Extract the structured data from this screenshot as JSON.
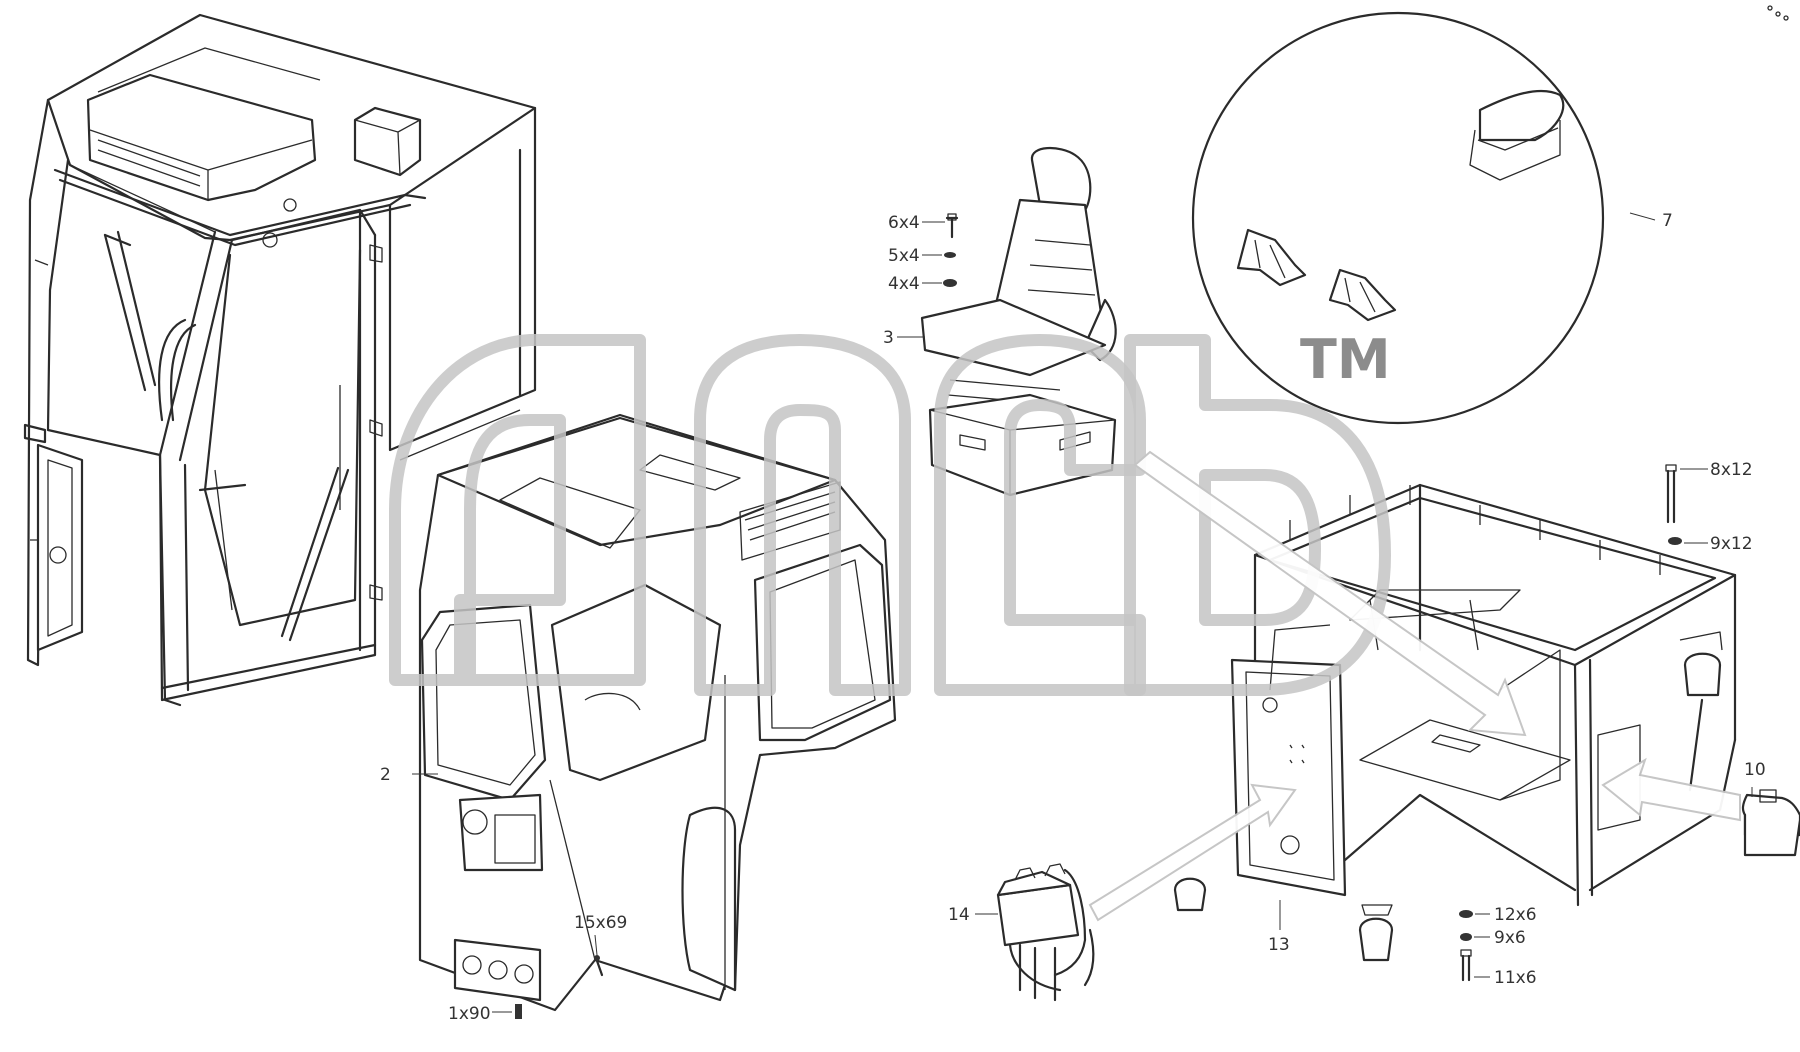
{
  "labels": {
    "p1": "1x90",
    "p2": "2",
    "p3": "3",
    "p4": "4x4",
    "p5": "5x4",
    "p6": "6x4",
    "p7": "7",
    "p8": "8x12",
    "p9": "9x12",
    "p9b": "9x6",
    "p10": "10",
    "p11": "11x6",
    "p12": "12x6",
    "p13": "13",
    "p14": "14",
    "p15": "15x69"
  },
  "watermark": {
    "mark": "TM"
  }
}
